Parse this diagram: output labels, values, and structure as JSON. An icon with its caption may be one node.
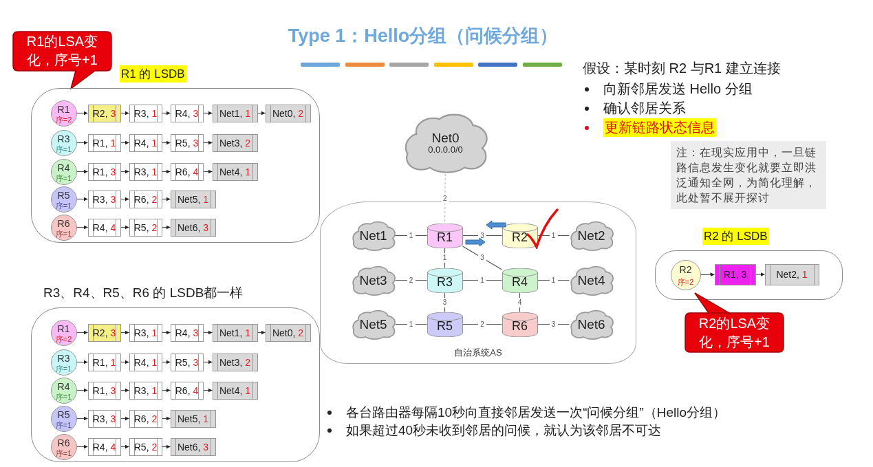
{
  "diagram": {
    "title": "Type 1：Hello分组（问候分组）",
    "nodes": [
      {
        "text": [
          "R1的LSA变化，序号+1"
        ]
      },
      {
        "text": [
          "R1 的 LSDB"
        ]
      },
      {
        "text": [
          "R1",
          "序=2"
        ],
        "in": 1
      },
      {
        "text": [
          "R2, 3"
        ],
        "in": 1
      },
      {
        "text": [
          "R3, 1"
        ],
        "in": 1
      },
      {
        "text": [
          "R4, 3"
        ],
        "in": 1
      },
      {
        "text": [
          "Net1, 1"
        ],
        "in": 1
      },
      {
        "text": [
          "Net0, 2"
        ],
        "in": 1
      },
      {
        "text": [
          "R3",
          "序=1"
        ],
        "in": 1
      },
      {
        "text": [
          "R1, 1"
        ],
        "in": 1
      },
      {
        "text": [
          "R4, 1"
        ],
        "in": 1
      },
      {
        "text": [
          "R5, 3"
        ],
        "in": 1
      },
      {
        "text": [
          "Net3, 2"
        ],
        "in": 1
      },
      {
        "text": [
          "R4",
          "序=1"
        ],
        "in": 1
      },
      {
        "text": [
          "R1, 3"
        ],
        "in": 1
      },
      {
        "text": [
          "R3, 1"
        ],
        "in": 1
      },
      {
        "text": [
          "R6, 4"
        ],
        "in": 1
      },
      {
        "text": [
          "Net4, 1"
        ],
        "in": 1
      },
      {
        "text": [
          "R5",
          "序=1"
        ],
        "in": 1
      },
      {
        "text": [
          "R3, 3"
        ],
        "in": 1
      },
      {
        "text": [
          "R6, 2"
        ],
        "in": 1
      },
      {
        "text": [
          "Net5, 1"
        ],
        "in": 1
      },
      {
        "text": [
          "R6",
          "序=1"
        ],
        "in": 1
      },
      {
        "text": [
          "R4, 4"
        ],
        "in": 1
      },
      {
        "text": [
          "R5, 2"
        ],
        "in": 1
      },
      {
        "text": [
          "Net6, 3"
        ],
        "in": 1
      },
      {
        "text": [
          "R3、R4、R5、R6 的 LSDB都一样"
        ]
      },
      {
        "text": [
          "R1",
          "序=2"
        ],
        "in": 26
      },
      {
        "text": [
          "R2, 3"
        ],
        "in": 26
      },
      {
        "text": [
          "R3, 1"
        ],
        "in": 26
      },
      {
        "text": [
          "R4, 3"
        ],
        "in": 26
      },
      {
        "text": [
          "Net1, 1"
        ],
        "in": 26
      },
      {
        "text": [
          "Net0, 2"
        ],
        "in": 26
      },
      {
        "text": [
          "R3",
          "序=1"
        ],
        "in": 26
      },
      {
        "text": [
          "R1, 1"
        ],
        "in": 26
      },
      {
        "text": [
          "R4, 1"
        ],
        "in": 26
      },
      {
        "text": [
          "R5, 3"
        ],
        "in": 26
      },
      {
        "text": [
          "Net3, 2"
        ],
        "in": 26
      },
      {
        "text": [
          "R4",
          "序=1"
        ],
        "in": 26
      },
      {
        "text": [
          "R1, 3"
        ],
        "in": 26
      },
      {
        "text": [
          "R3, 1"
        ],
        "in": 26
      },
      {
        "text": [
          "R6, 4"
        ],
        "in": 26
      },
      {
        "text": [
          "Net4, 1"
        ],
        "in": 26
      },
      {
        "text": [
          "R5",
          "序=1"
        ],
        "in": 26
      },
      {
        "text": [
          "R3, 3"
        ],
        "in": 26
      },
      {
        "text": [
          "R6, 2"
        ],
        "in": 26
      },
      {
        "text": [
          "Net5, 1"
        ],
        "in": 26
      },
      {
        "text": [
          "R6",
          "序=1"
        ],
        "in": 26
      },
      {
        "text": [
          "R4, 4"
        ],
        "in": 26
      },
      {
        "text": [
          "R5, 2"
        ],
        "in": 26
      },
      {
        "text": [
          "Net6, 3"
        ],
        "in": 26
      },
      {
        "text": [
          "Net0",
          "0.0.0.0/0"
        ]
      },
      {
        "text": [
          "自治系统AS"
        ]
      },
      {
        "text": [
          "Net1"
        ],
        "in": 52
      },
      {
        "text": [
          "R1"
        ],
        "in": 52
      },
      {
        "text": [
          "R2"
        ],
        "in": 52
      },
      {
        "text": [
          "Net2"
        ],
        "in": 52
      },
      {
        "text": [
          "Net3"
        ],
        "in": 52
      },
      {
        "text": [
          "R3"
        ],
        "in": 52
      },
      {
        "text": [
          "R4"
        ],
        "in": 52
      },
      {
        "text": [
          "Net4"
        ],
        "in": 52
      },
      {
        "text": [
          "Net5"
        ],
        "in": 52
      },
      {
        "text": [
          "R5"
        ],
        "in": 52
      },
      {
        "text": [
          "R6"
        ],
        "in": 52
      },
      {
        "text": [
          "Net6"
        ],
        "in": 52
      },
      {
        "text": [
          "注：在现实应用中，一旦链路信息发生变化就要立即洪泛通知全网，为简化理解，此处暂不展开探讨"
        ]
      },
      {
        "text": [
          "R2 的 LSDB"
        ]
      },
      {
        "text": [
          "R2",
          "序=2"
        ],
        "in": 66
      },
      {
        "text": [
          "R1, 3"
        ],
        "in": 66
      },
      {
        "text": [
          "Net2, 1"
        ],
        "in": 66
      },
      {
        "text": [
          "R2的LSA变化，序号+1"
        ]
      }
    ],
    "edges": [
      {
        "from": 2,
        "to": 3,
        "arrow": "to"
      },
      {
        "from": 3,
        "to": 4,
        "arrow": "to"
      },
      {
        "from": 4,
        "to": 5,
        "arrow": "to"
      },
      {
        "from": 5,
        "to": 6,
        "arrow": "to"
      },
      {
        "from": 6,
        "to": 7,
        "arrow": "to"
      },
      {
        "from": 8,
        "to": 9,
        "arrow": "to"
      },
      {
        "from": 9,
        "to": 10,
        "arrow": "to"
      },
      {
        "from": 10,
        "to": 11,
        "arrow": "to"
      },
      {
        "from": 11,
        "to": 12,
        "arrow": "to"
      },
      {
        "from": 13,
        "to": 14,
        "arrow": "to"
      },
      {
        "from": 14,
        "to": 15,
        "arrow": "to"
      },
      {
        "from": 15,
        "to": 16,
        "arrow": "to"
      },
      {
        "from": 16,
        "to": 17,
        "arrow": "to"
      },
      {
        "from": 18,
        "to": 19,
        "arrow": "to"
      },
      {
        "from": 19,
        "to": 20,
        "arrow": "to"
      },
      {
        "from": 20,
        "to": 21,
        "arrow": "to"
      },
      {
        "from": 22,
        "to": 23,
        "arrow": "to"
      },
      {
        "from": 23,
        "to": 24,
        "arrow": "to"
      },
      {
        "from": 24,
        "to": 25,
        "arrow": "to"
      },
      {
        "from": 27,
        "to": 28,
        "arrow": "to"
      },
      {
        "from": 28,
        "to": 29,
        "arrow": "to"
      },
      {
        "from": 29,
        "to": 30,
        "arrow": "to"
      },
      {
        "from": 30,
        "to": 31,
        "arrow": "to"
      },
      {
        "from": 31,
        "to": 32,
        "arrow": "to"
      },
      {
        "from": 33,
        "to": 34,
        "arrow": "to"
      },
      {
        "from": 34,
        "to": 35,
        "arrow": "to"
      },
      {
        "from": 35,
        "to": 36,
        "arrow": "to"
      },
      {
        "from": 36,
        "to": 37,
        "arrow": "to"
      },
      {
        "from": 38,
        "to": 39,
        "arrow": "to"
      },
      {
        "from": 39,
        "to": 40,
        "arrow": "to"
      },
      {
        "from": 40,
        "to": 41,
        "arrow": "to"
      },
      {
        "from": 41,
        "to": 42,
        "arrow": "to"
      },
      {
        "from": 43,
        "to": 44,
        "arrow": "to"
      },
      {
        "from": 44,
        "to": 45,
        "arrow": "to"
      },
      {
        "from": 45,
        "to": 46,
        "arrow": "to"
      },
      {
        "from": 47,
        "to": 48,
        "arrow": "to"
      },
      {
        "from": 48,
        "to": 49,
        "arrow": "to"
      },
      {
        "from": 49,
        "to": 50,
        "arrow": "to"
      },
      {
        "from": 51,
        "to": 54,
        "arrow": "none",
        "label": "2",
        "style": "dashed",
        "color": "#bbbbbb"
      },
      {
        "from": 53,
        "to": 54,
        "arrow": "none",
        "label": "1"
      },
      {
        "from": 54,
        "to": 55,
        "arrow": "none",
        "label": "3"
      },
      {
        "from": 55,
        "to": 56,
        "arrow": "none",
        "label": "1"
      },
      {
        "from": 54,
        "to": 58,
        "arrow": "none",
        "label": "1"
      },
      {
        "from": 54,
        "to": 59,
        "arrow": "none",
        "label": "3"
      },
      {
        "from": 57,
        "to": 58,
        "arrow": "none",
        "label": "2"
      },
      {
        "from": 58,
        "to": 59,
        "arrow": "none",
        "label": "1"
      },
      {
        "from": 59,
        "to": 60,
        "arrow": "none",
        "label": "1"
      },
      {
        "from": 58,
        "to": 62,
        "arrow": "none",
        "label": "3"
      },
      {
        "from": 59,
        "to": 63,
        "arrow": "none",
        "label": "4"
      },
      {
        "from": 61,
        "to": 62,
        "arrow": "none",
        "label": "1"
      },
      {
        "from": 62,
        "to": 63,
        "arrow": "none",
        "label": "2"
      },
      {
        "from": 63,
        "to": 64,
        "arrow": "none",
        "label": "3"
      },
      {
        "from": 67,
        "to": 68,
        "arrow": "to"
      },
      {
        "from": 68,
        "to": 69,
        "arrow": "to"
      }
    ],
    "labels": [
      "假设：某时刻 R2 与R1 建立连接",
      "向新邻居发送 Hello 分组",
      "确认邻居关系",
      "更新链路状态信息",
      "各台路由器每隔10秒向直接邻居发送一次“问候分组”（Hello分组）",
      "如果超过40秒未收到邻居的问候，就认为该邻居不可达"
    ]
  }
}
